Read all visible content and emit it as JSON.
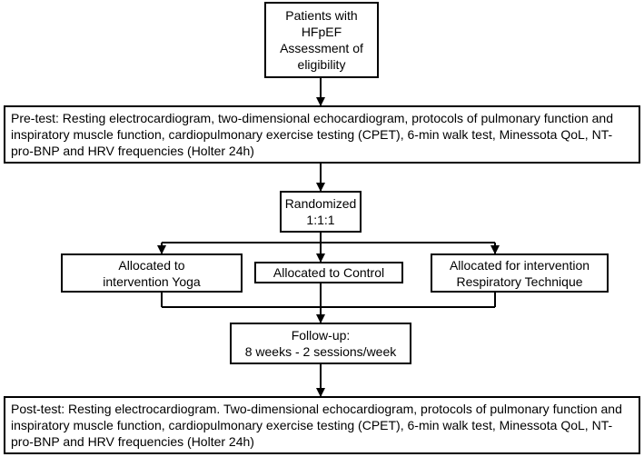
{
  "flowchart": {
    "eligibility": "Patients with\nHFpEF\nAssessment of\neligibility",
    "pretest": "Pre-test: Resting electrocardiogram, two-dimensional echocardiogram, protocols of pulmonary function and inspiratory muscle function, cardiopulmonary exercise testing (CPET), 6-min walk test, Minessota QoL, NT-pro-BNP and HRV frequencies (Holter 24h)",
    "randomized": "Randomized\n1:1:1",
    "yoga": "Allocated to\nintervention Yoga",
    "control": "Allocated to Control",
    "respiratory": "Allocated for intervention\nRespiratory Technique",
    "followup": "Follow-up:\n8 weeks - 2 sessions/week",
    "posttest": "Post-test: Resting electrocardiogram. Two-dimensional echocardiogram, protocols of pulmonary function and inspiratory muscle function, cardiopulmonary exercise testing (CPET), 6-min walk test, Minessota QoL, NT-pro-BNP and HRV frequencies (Holter 24h)"
  },
  "colors": {
    "line": "#000000",
    "background": "#ffffff"
  }
}
